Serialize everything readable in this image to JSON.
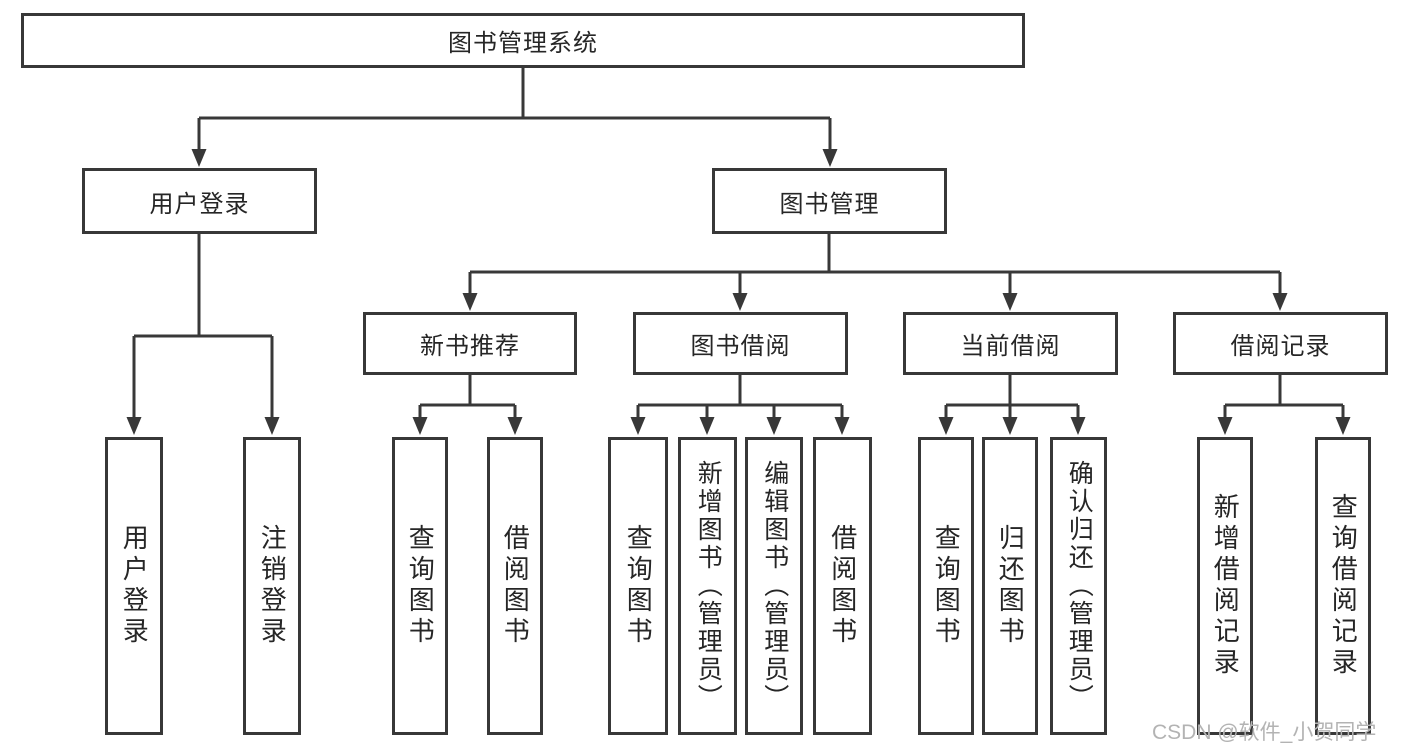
{
  "diagram": {
    "title": "图书管理系统",
    "tree": {
      "label": "图书管理系统",
      "children": [
        {
          "label": "用户登录",
          "children": [
            {
              "label": "用户登录"
            },
            {
              "label": "注销登录"
            }
          ]
        },
        {
          "label": "图书管理",
          "children": [
            {
              "label": "新书推荐",
              "children": [
                {
                  "label": "查询图书"
                },
                {
                  "label": "借阅图书"
                }
              ]
            },
            {
              "label": "图书借阅",
              "children": [
                {
                  "label": "查询图书"
                },
                {
                  "label": "新增图书（管理员）"
                },
                {
                  "label": "编辑图书（管理员）"
                },
                {
                  "label": "借阅图书"
                }
              ]
            },
            {
              "label": "当前借阅",
              "children": [
                {
                  "label": "查询图书"
                },
                {
                  "label": "归还图书"
                },
                {
                  "label": "确认归还（管理员）"
                }
              ]
            },
            {
              "label": "借阅记录",
              "children": [
                {
                  "label": "新增借阅记录"
                },
                {
                  "label": "查询借阅记录"
                }
              ]
            }
          ]
        }
      ]
    },
    "colors": {
      "line": "#383838",
      "box_border": "#383838",
      "text": "#262626",
      "background": "#ffffff",
      "watermark": "#b3b3b3"
    }
  },
  "watermark": {
    "text": "CSDN @软件_小贺同学"
  }
}
